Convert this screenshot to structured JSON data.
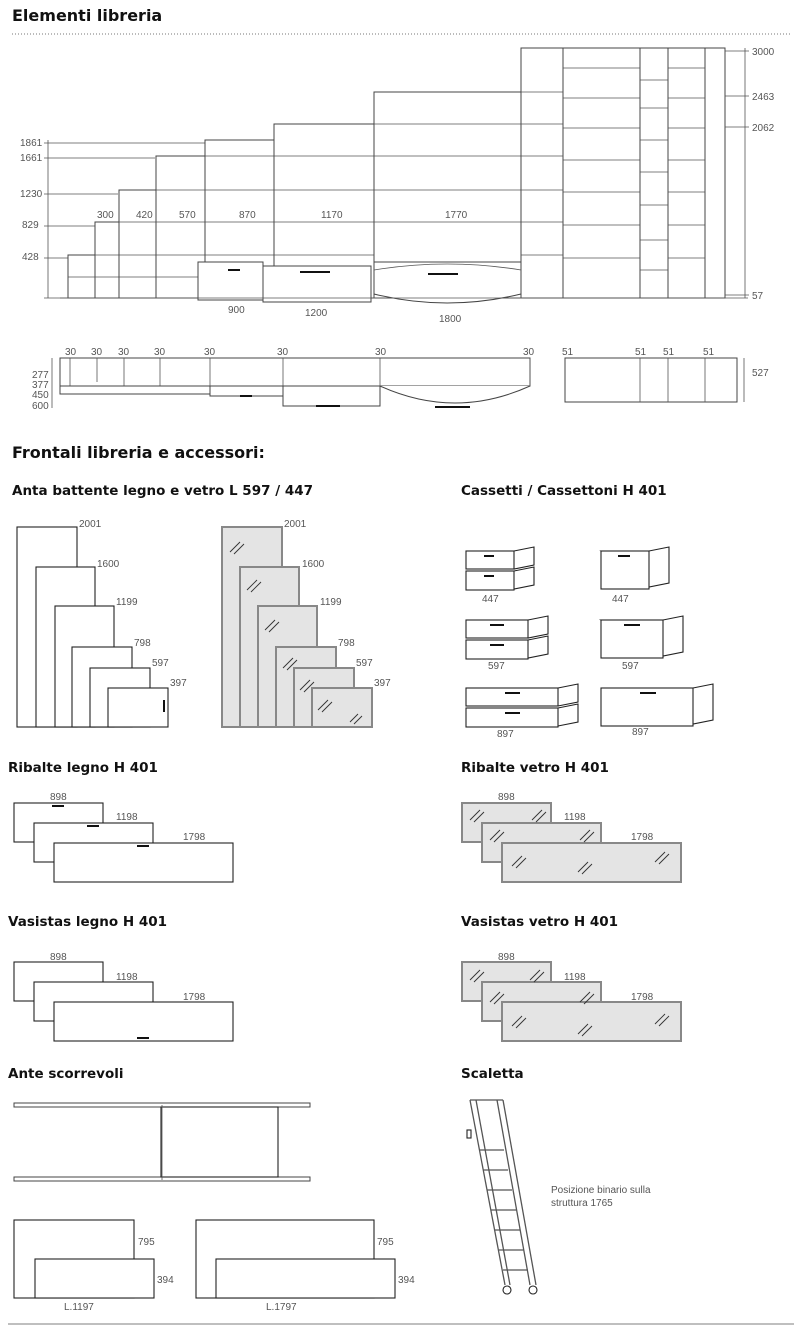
{
  "sections": {
    "elements_title": "Elementi libreria",
    "fronts_title": "Frontali libreria e accessori:",
    "anta_title": "Anta battente legno e vetro L 597 / 447",
    "cassetti_title": "Cassetti / Cassettoni H 401",
    "ribalte_legno_title": "Ribalte legno H 401",
    "ribalte_vetro_title": "Ribalte vetro H 401",
    "vasistas_legno_title": "Vasistas legno H 401",
    "vasistas_vetro_title": "Vasistas vetro H 401",
    "ante_scorrevoli_title": "Ante scorrevoli",
    "scaletta_title": "Scaletta"
  },
  "elevation": {
    "left_heights": [
      "1861",
      "1661",
      "1230",
      "829",
      "428"
    ],
    "right_heights": [
      "3000",
      "2463",
      "2062",
      "57"
    ],
    "widths": [
      "300",
      "420",
      "570",
      "870",
      "1170",
      "1770"
    ],
    "base_widths": [
      "900",
      "1200",
      "1800"
    ]
  },
  "plan": {
    "depths": [
      "277",
      "377",
      "450",
      "600"
    ],
    "thicknesses": [
      "30",
      "30",
      "30",
      "30",
      "30",
      "30",
      "30",
      "30",
      "51",
      "51",
      "51",
      "51"
    ],
    "right_depth": "527"
  },
  "anta": {
    "heights": [
      "2001",
      "1600",
      "1199",
      "798",
      "597",
      "397"
    ]
  },
  "cassetti": {
    "widths": [
      "447",
      "447",
      "597",
      "597",
      "897",
      "897"
    ]
  },
  "ribalte": {
    "widths": [
      "898",
      "1198",
      "1798"
    ]
  },
  "vasistas": {
    "widths": [
      "898",
      "1198",
      "1798"
    ]
  },
  "scorrevoli": {
    "heights": [
      "795",
      "394",
      "795",
      "394"
    ],
    "widths": [
      "L.1197",
      "L.1797"
    ]
  },
  "scaletta": {
    "note_line1": "Posizione binario sulla",
    "note_line2": "struttura 1765"
  }
}
